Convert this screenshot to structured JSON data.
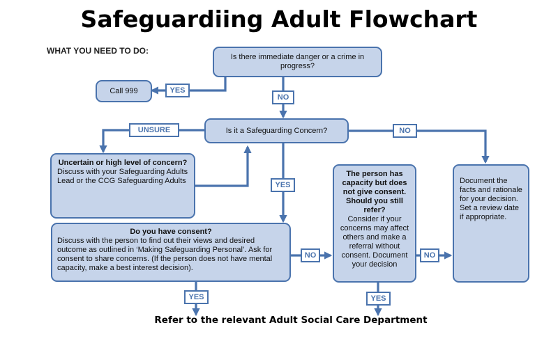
{
  "title": "Safeguardiing Adult Flowchart",
  "subheading": "WHAT YOU NEED TO DO:",
  "nodes": {
    "danger": "Is there immediate danger or a crime in progress?",
    "call": "Call 999",
    "concern": "Is it a Safeguarding Concern?",
    "uncertain_title": "Uncertain or high level of concern?",
    "uncertain_body": "Discuss with your Safeguarding Adults Lead or the CCG Safeguarding Adults",
    "consent_title": "Do you have consent?",
    "consent_body": "Discuss with the person to find out their views and desired outcome as outlined in ‘Making Safeguarding Personal’.   Ask for consent to share concerns. (If the person does not have mental capacity, make a best interest decision).",
    "capacity_title": "The person has capacity but does not give consent. Should you still refer?",
    "capacity_body": "Consider if your concerns may affect others and make a referral without consent. Document your decision",
    "document": "Document the facts and rationale for your decision. Set a review date if appropriate."
  },
  "labels": {
    "yes_call": "YES",
    "no_danger": "NO",
    "unsure": "UNSURE",
    "no_concern": "NO",
    "yes_concern": "YES",
    "no_consent": "NO",
    "no_capacity": "NO",
    "yes_consent": "YES",
    "yes_capacity": "YES"
  },
  "footer": "Refer to the relevant Adult Social Care Department",
  "colors": {
    "box_fill": "#c6d4ea",
    "border": "#4a73ad",
    "label_text": "#4a73ad"
  }
}
